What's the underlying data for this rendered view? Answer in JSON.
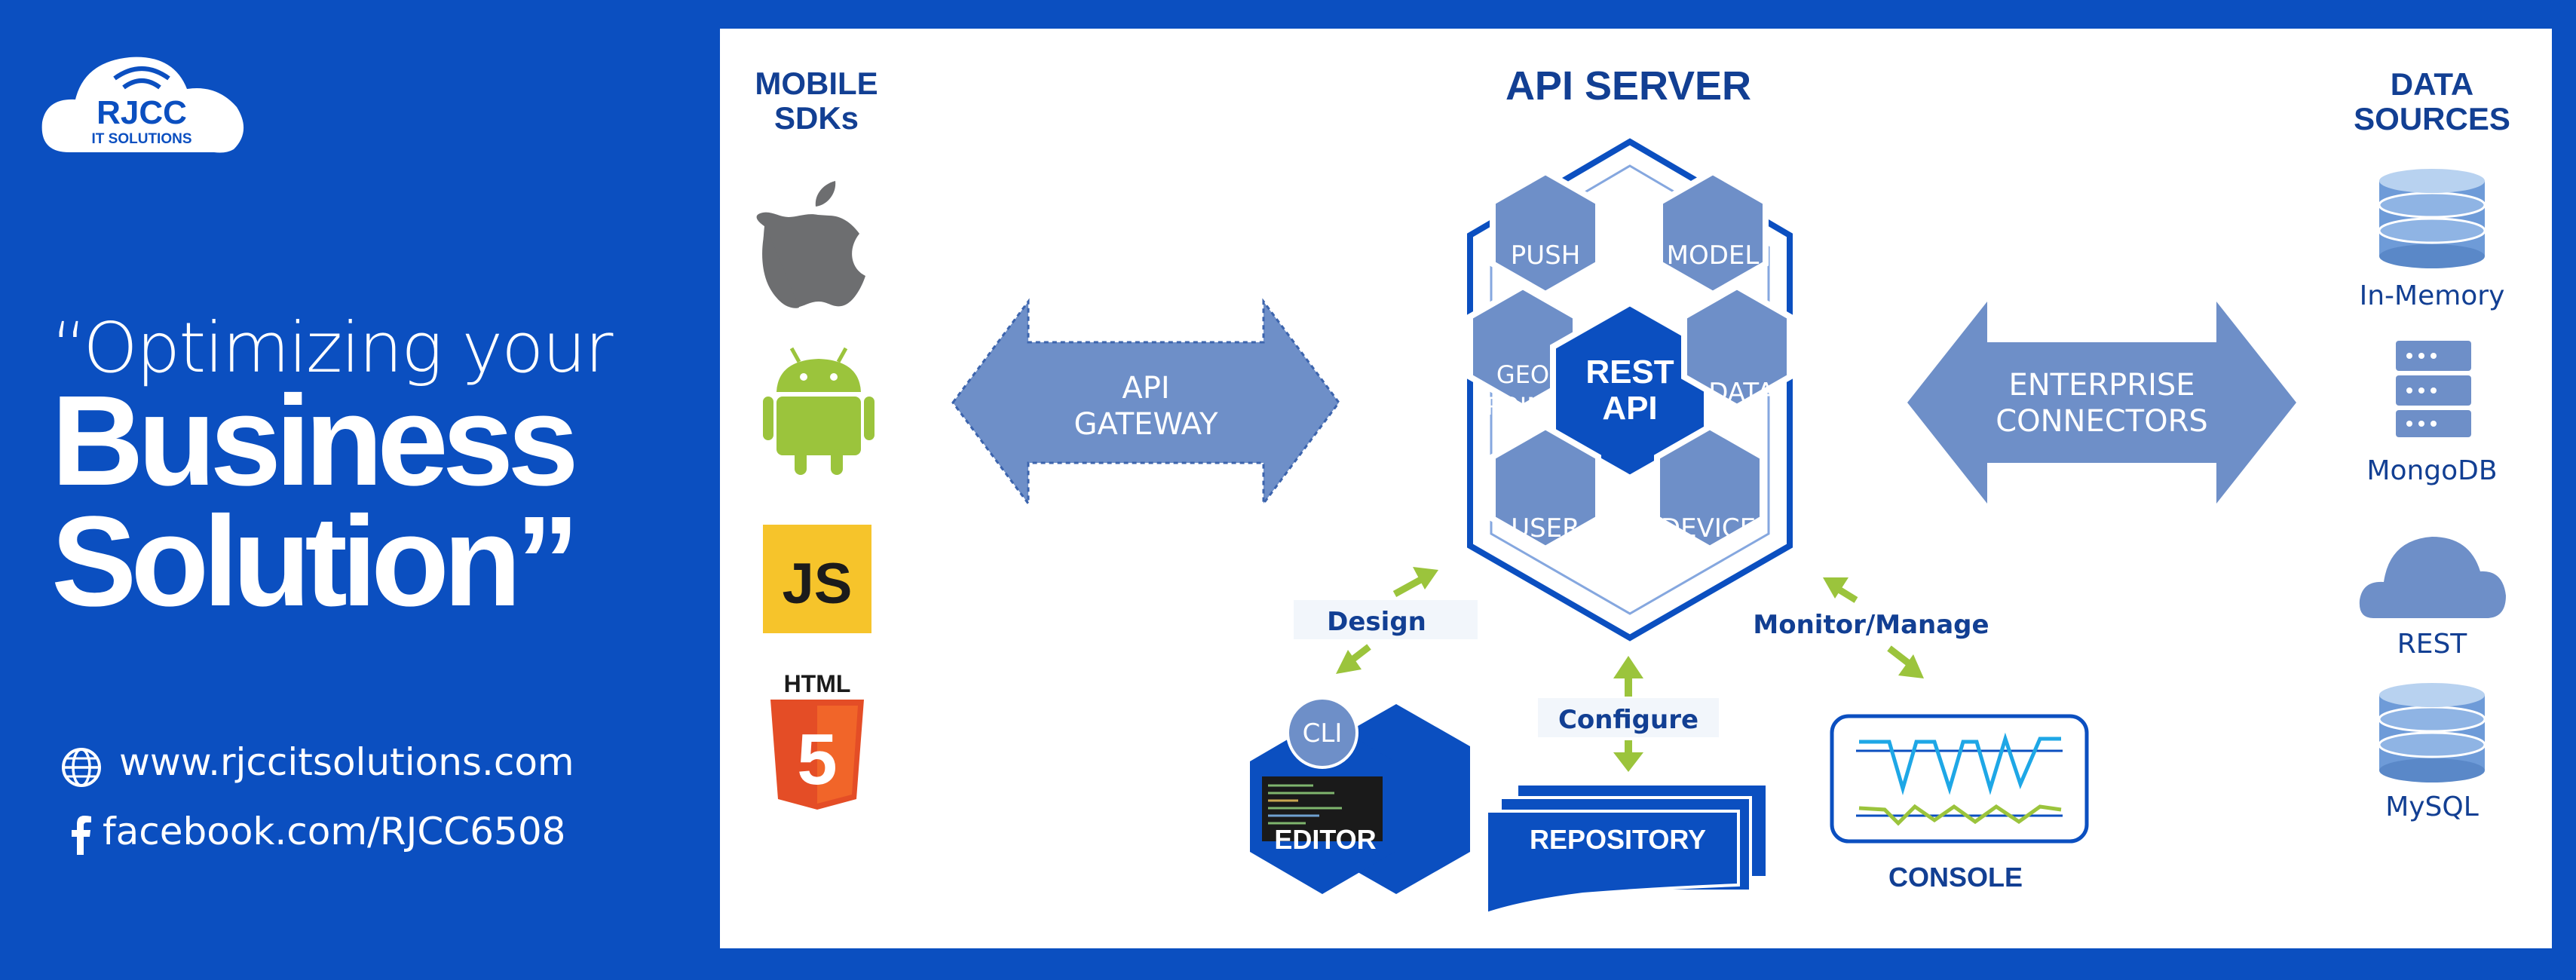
{
  "brand": {
    "name": "RJCC",
    "tagline": "IT SOLUTIONS"
  },
  "hero": {
    "line1": "“Optimizing your",
    "line2": "Business",
    "line3": "Solution”"
  },
  "contacts": {
    "website": "www.rjccitsolutions.com",
    "facebook": "facebook.com/RJCC6508"
  },
  "diagram": {
    "mobile_sdks_title": [
      "MOBILE",
      "SDKs"
    ],
    "sdk_icons": [
      "apple-icon",
      "android-icon",
      "js-icon",
      "html5-icon"
    ],
    "sdk_js_text": "JS",
    "sdk_html_text": "HTML",
    "sdk_html_num": "5",
    "api_server_title": "API SERVER",
    "api_gateway": [
      "API",
      "GATEWAY"
    ],
    "enterprise_connectors": [
      "ENTERPRISE",
      "CONNECTORS"
    ],
    "hex_cells": {
      "push": "PUSH",
      "model": "MODEL",
      "geo_point": [
        "GEO",
        "POINT"
      ],
      "rest_api": [
        "REST",
        "API"
      ],
      "data": "DATA",
      "user": "USER",
      "device": "DEVICE"
    },
    "flows": {
      "design": "Design",
      "configure": "Configure",
      "monitor": "Monitor/Manage"
    },
    "tools": {
      "cli": "CLI",
      "editor": "EDITOR",
      "repository": "REPOSITORY",
      "console": "CONSOLE"
    },
    "data_sources_title": [
      "DATA",
      "SOURCES"
    ],
    "data_sources": [
      "In-Memory",
      "MongoDB",
      "REST",
      "MySQL"
    ]
  },
  "colors": {
    "background": "#0b4fc0",
    "dark_blue": "#123f93",
    "hex_blue": "#6e8fc8",
    "accent_green": "#9bc43c",
    "js_yellow": "#f6c42b",
    "html_orange": "#e44d26"
  }
}
